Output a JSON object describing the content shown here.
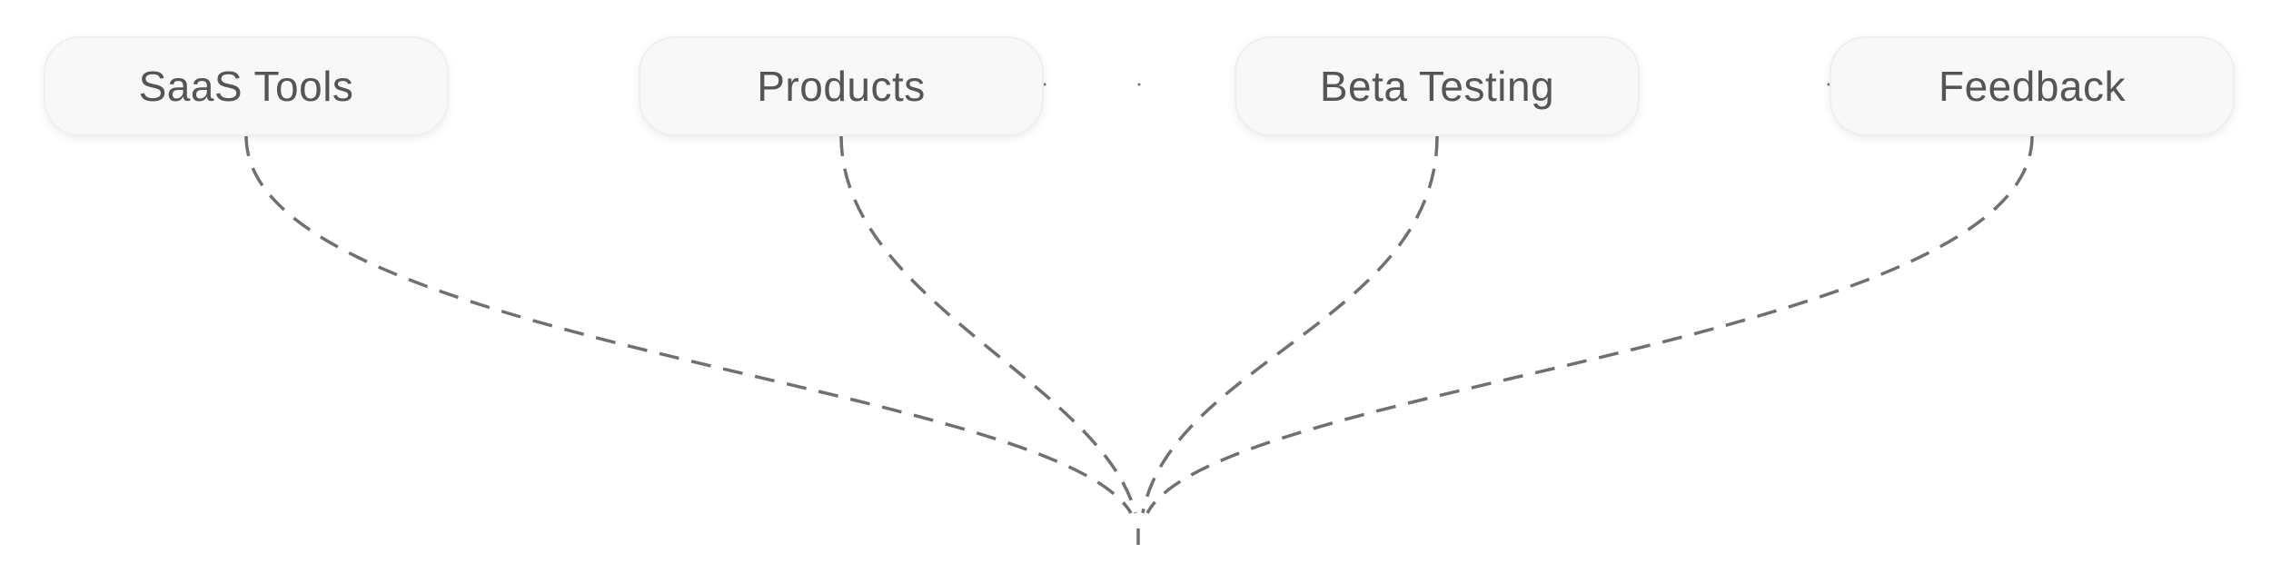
{
  "nodes": [
    {
      "id": "saas-tools",
      "label": "SaaS Tools"
    },
    {
      "id": "products",
      "label": "Products"
    },
    {
      "id": "beta-testing",
      "label": "Beta Testing"
    },
    {
      "id": "feedback",
      "label": "Feedback"
    }
  ],
  "colors": {
    "node_background": "#f8f8f8",
    "node_border": "#efefef",
    "label_text": "#555555",
    "connector_stroke": "#707070",
    "page_background": "#ffffff"
  },
  "connector_style": "dashed"
}
